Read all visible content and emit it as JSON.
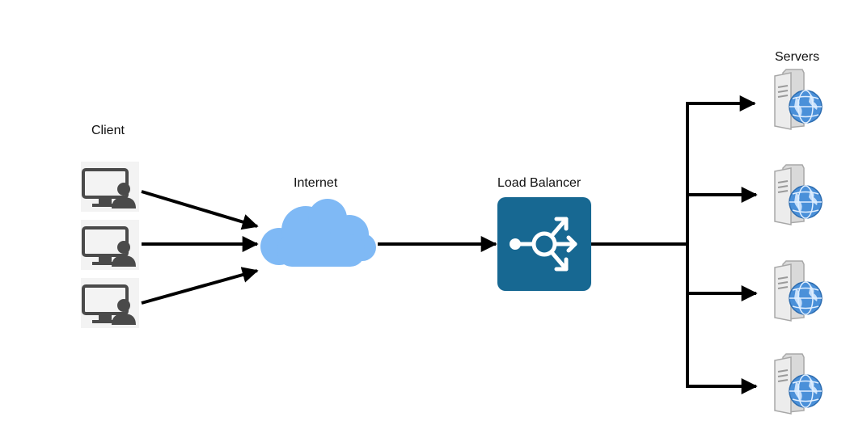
{
  "labels": {
    "client": "Client",
    "internet": "Internet",
    "load_balancer": "Load Balancer",
    "servers": "Servers"
  },
  "icons": {
    "client": "desktop-user-icon",
    "internet": "cloud-icon",
    "load_balancer": "load-balancer-icon",
    "server": "web-server-icon"
  },
  "colors": {
    "cloud": "#7fb9f5",
    "load_balancer": "#176892",
    "arrow": "#000000",
    "client_icon": "#4a4a4a",
    "server_body": "#d9d9d9",
    "globe": "#4a90d9"
  }
}
